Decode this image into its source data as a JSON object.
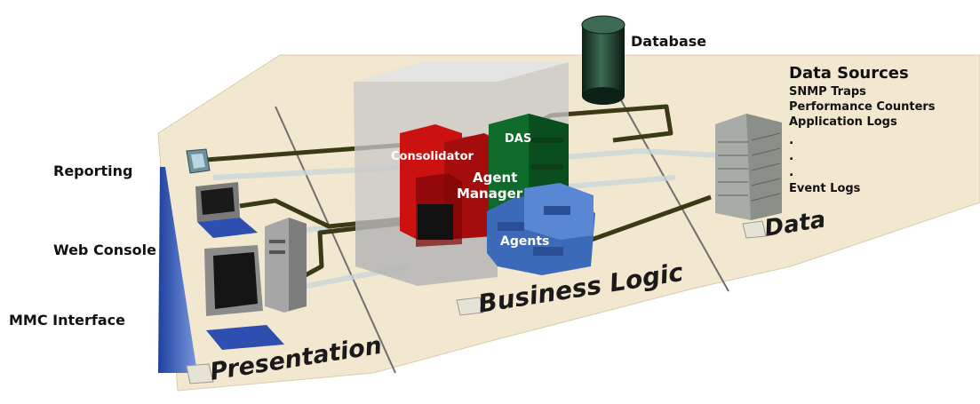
{
  "labels": {
    "reporting": "Reporting",
    "web_console": "Web Console",
    "mmc_interface": "MMC Interface",
    "database": "Database",
    "consolidator": "Consolidator",
    "das": "DAS",
    "agent_manager_line1": "Agent",
    "agent_manager_line2": "Manager",
    "agents": "Agents"
  },
  "data_sources": {
    "title": "Data Sources",
    "items": [
      "SNMP Traps",
      "Performance Counters",
      "Application Logs",
      ".",
      ".",
      ".",
      "Event Logs"
    ]
  },
  "tiers": {
    "presentation": "Presentation",
    "business_logic": "Business Logic",
    "data": "Data"
  },
  "colors": {
    "platform": "#f2e7cf",
    "platform_edge": "#b8ad98",
    "connector": "#3a3a14",
    "consolidator": "#cc1111",
    "das": "#0f6b2a",
    "agents": "#3d6ab8",
    "database": "#1e3d2c",
    "accent_blue": "#2a55b8"
  }
}
